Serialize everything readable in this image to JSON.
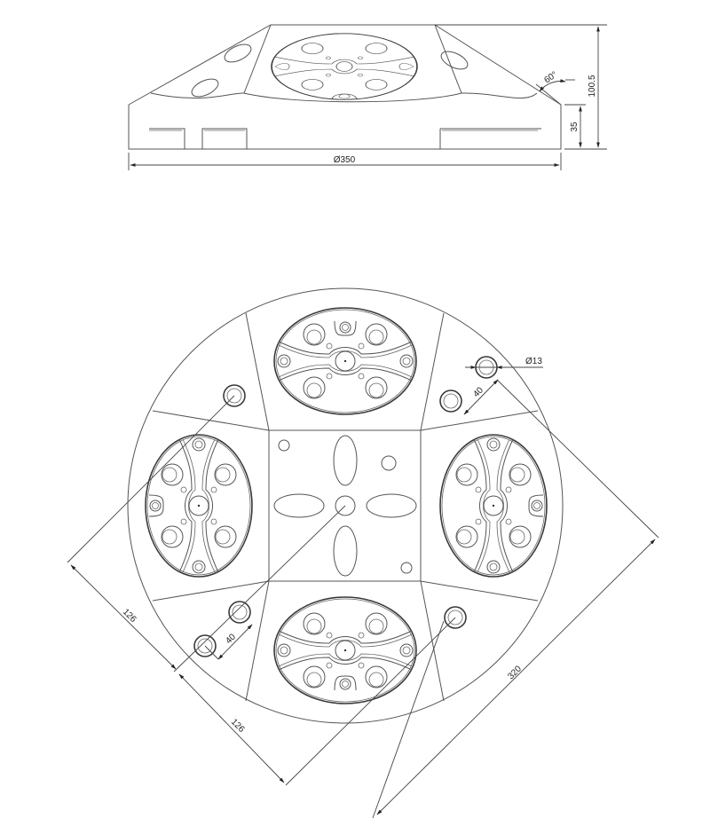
{
  "drawing": {
    "title": "Four-station rotary fixture base — technical drawing",
    "views": [
      "side-elevation",
      "top-plan"
    ]
  },
  "side_view": {
    "dimensions": {
      "overall_diameter": "Ø350",
      "total_height": "100.5",
      "base_height": "35",
      "chamfer_angle": "60°"
    }
  },
  "top_view": {
    "dimensions": {
      "hole_diameter": "Ø13",
      "hole_spacing_top_right": "40",
      "hole_spacing_bottom_left": "40",
      "pitch_1": "126",
      "pitch_2": "126",
      "diagonal_span": "320"
    },
    "stations": [
      "top",
      "left",
      "right",
      "bottom"
    ]
  },
  "colors": {
    "line": "#555555",
    "heavy_line": "#3a3a3a",
    "text": "#222222",
    "background": "#ffffff"
  }
}
